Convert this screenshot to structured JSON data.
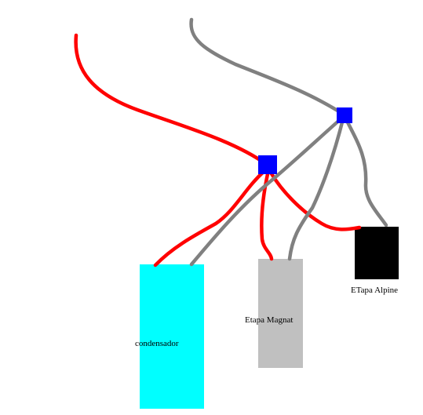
{
  "components": {
    "condensador": {
      "label": "condensador",
      "color": "#00ffff"
    },
    "etapa_magnat": {
      "label": "Etapa Magnat",
      "color": "#c0c0c0"
    },
    "etapa_alpine": {
      "label": "ETapa Alpine",
      "color": "#000000"
    }
  },
  "junctions": {
    "positive": {
      "color": "#0000ff"
    },
    "ground": {
      "color": "#0000ff"
    }
  },
  "wires": {
    "positive_color": "#ff0000",
    "ground_color": "#808080"
  }
}
